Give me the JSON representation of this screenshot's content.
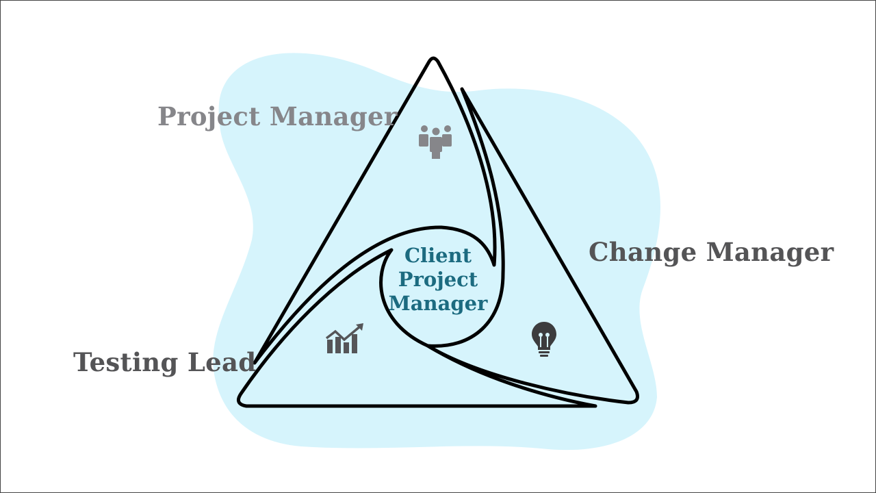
{
  "roles": {
    "top": "Project Manager",
    "right": "Change Manager",
    "left": "Testing Lead",
    "center_line1": "Client",
    "center_line2": "Project",
    "center_line3": "Manager"
  },
  "icons": {
    "top": "team-icon",
    "left": "growth-chart-icon",
    "right": "lightbulb-icon"
  },
  "colors": {
    "blob": "#d6f4fc",
    "top_label": "#86868a",
    "side_labels": "#545456",
    "center_label": "#1c6b80",
    "outline": "#000000"
  }
}
